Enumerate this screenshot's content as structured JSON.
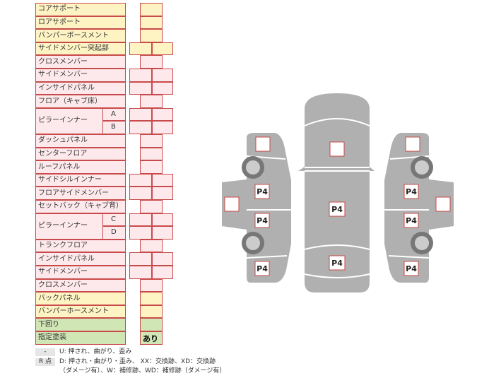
{
  "table": {
    "rows": [
      {
        "label": "コアサポート",
        "type": "yellow"
      },
      {
        "label": "ロアサポート",
        "type": "yellow"
      },
      {
        "label": "バンパーボースメント",
        "type": "yellow"
      },
      {
        "label": "サイドメンバー突起部",
        "type": "yellow"
      },
      {
        "label": "クロスメンバー",
        "type": "pink"
      },
      {
        "label": "サイドメンバー",
        "type": "pink"
      },
      {
        "label": "インサイドパネル",
        "type": "pink"
      },
      {
        "label": "フロア（キャブ床）",
        "type": "pink"
      },
      {
        "label": "ピラーインナー",
        "type": "pink",
        "subs": [
          "A",
          "B"
        ]
      },
      {
        "label": "ダッシュパネル",
        "type": "pink"
      },
      {
        "label": "センターフロア",
        "type": "pink"
      },
      {
        "label": "ルーフパネル",
        "type": "pink"
      },
      {
        "label": "サイドシルインナー",
        "type": "pink"
      },
      {
        "label": "フロアサイドメンバー",
        "type": "pink"
      },
      {
        "label": "セットバック（キャブ背）",
        "type": "pink"
      },
      {
        "label": "ピラーインナー",
        "type": "pink",
        "subs": [
          "C",
          "D"
        ]
      },
      {
        "label": "トランクフロア",
        "type": "pink"
      },
      {
        "label": "インサイドパネル",
        "type": "pink"
      },
      {
        "label": "サイドメンバー",
        "type": "pink"
      },
      {
        "label": "クロスメンバー",
        "type": "pink"
      },
      {
        "label": "バックパネル",
        "type": "yellow"
      },
      {
        "label": "バンパーホースメント",
        "type": "yellow"
      },
      {
        "label": "下回り",
        "type": "green"
      },
      {
        "label": "指定塗装",
        "type": "green",
        "value": "あり"
      }
    ]
  },
  "legend": {
    "row1_key": "-",
    "row1_text": "U: 押され、曲がり、歪み",
    "row2_key": "R 点",
    "row2_text": "D: 押され・曲がり・歪み、 XX：交換跡、XD：交換跡",
    "row3_text": "（ダメージ有）、W：補修跡、WD：補修跡（ダメージ有）"
  },
  "diagram": {
    "labels": [
      "P4",
      "P4",
      "P4",
      "P4",
      "P4",
      "P4",
      "P4",
      "P4"
    ]
  },
  "colors": {
    "yellow": "#fdf3c3",
    "pink": "#fde9ec",
    "green": "#d1e6b5",
    "border": "#c94a4a",
    "body_gray": "#b0b0b0"
  }
}
